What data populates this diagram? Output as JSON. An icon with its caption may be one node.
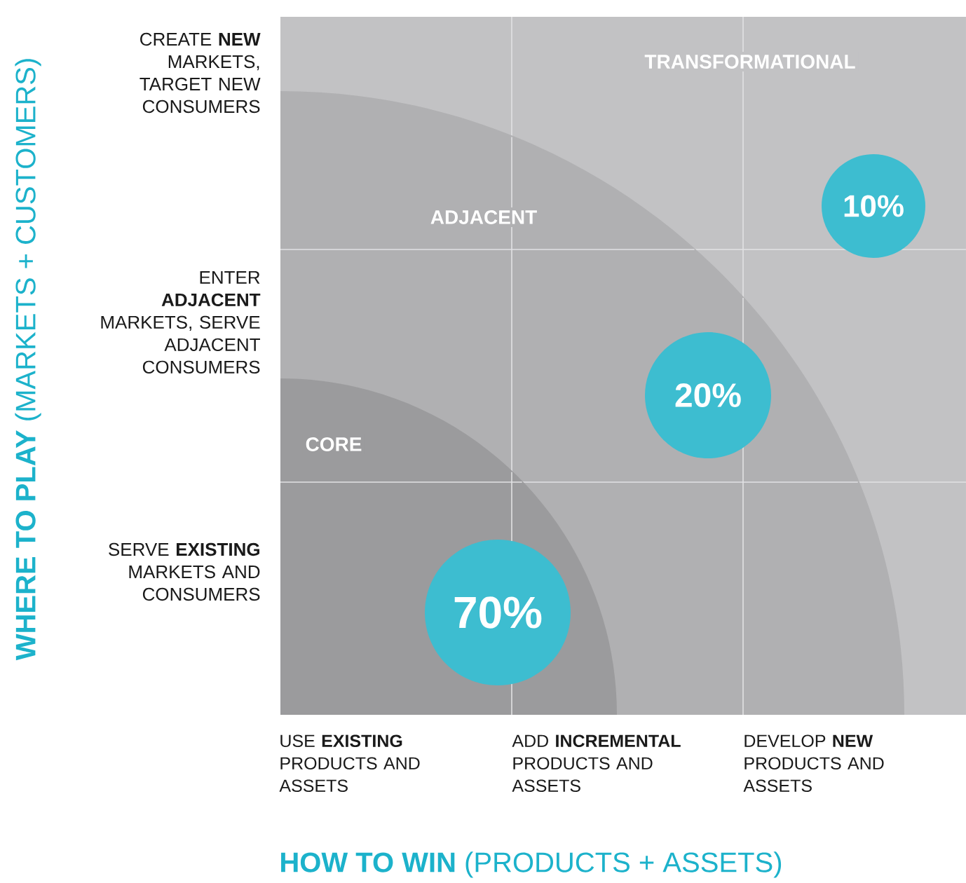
{
  "diagram": {
    "nodes": [
      {
        "text": [
          "TRANSFORMATIONAL"
        ]
      },
      {
        "text": [
          "10%"
        ],
        "in": 0
      },
      {
        "text": [
          "ADJACENT"
        ],
        "in": 0
      },
      {
        "text": [
          "20%"
        ],
        "in": 2
      },
      {
        "text": [
          "CORE"
        ],
        "in": 2
      },
      {
        "text": [
          "70%"
        ],
        "in": 4
      }
    ],
    "labels": [
      "**WHERE TO PLAY** (MARKETS + CUSTOMERS)",
      "CREATE **NEW** MARKETS, TARGET NEW CONSUMERS",
      "ENTER **ADJACENT** MARKETS, SERVE ADJACENT CONSUMERS",
      "SERVE **EXISTING** MARKETS AND CONSUMERS",
      "USE **EXISTING** PRODUCTS AND ASSETS",
      "ADD **INCREMENTAL** PRODUCTS AND ASSETS",
      "DEVELOP **NEW** PRODUCTS AND ASSETS",
      "**HOW TO WIN** (PRODUCTS + ASSETS)"
    ]
  }
}
